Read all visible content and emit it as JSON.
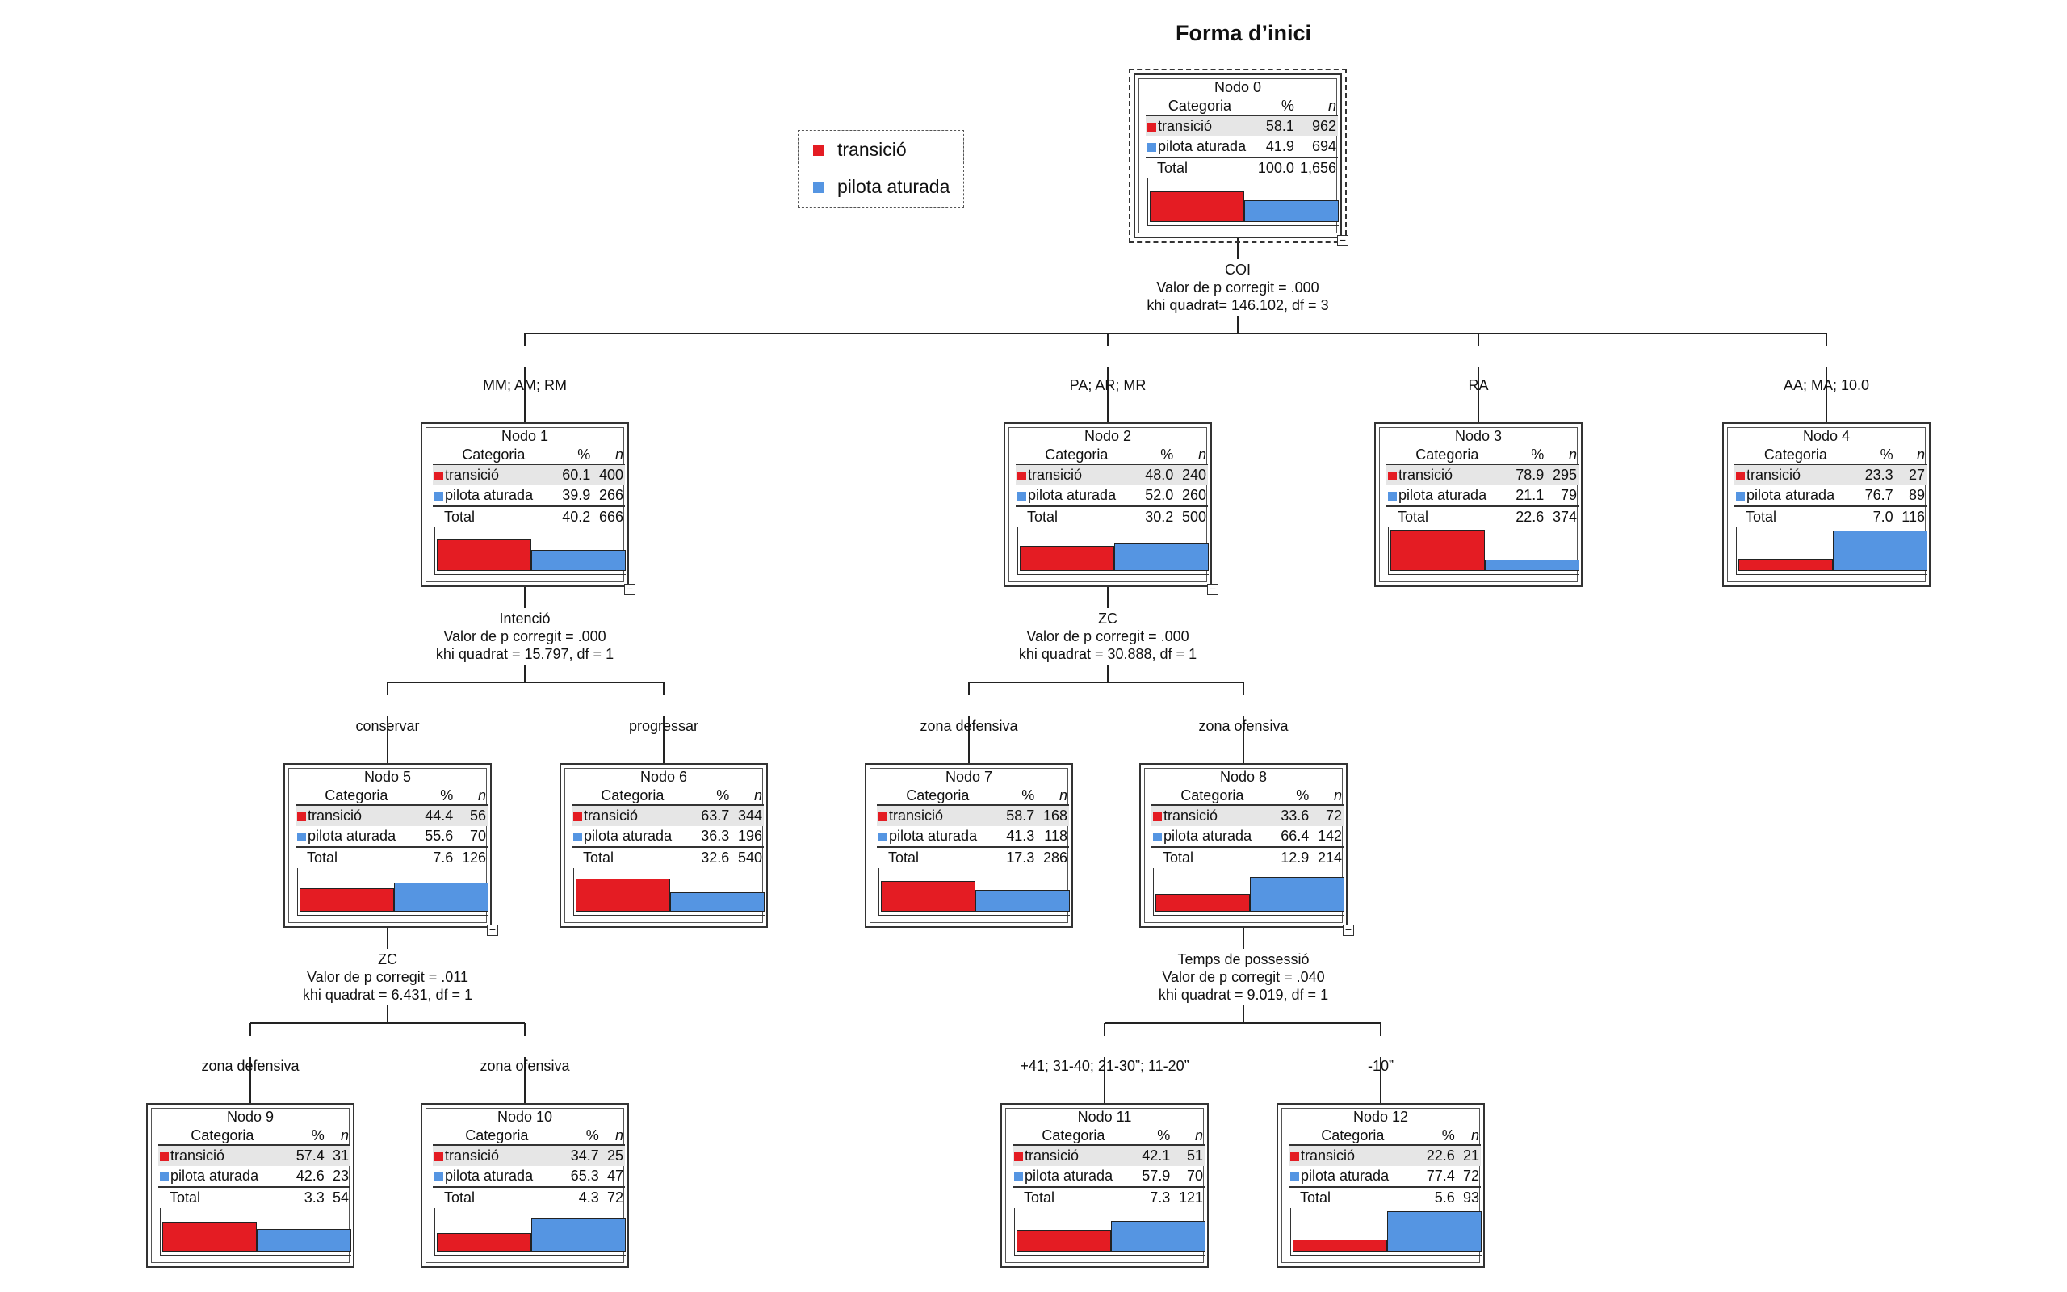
{
  "title": "Forma d’inici",
  "colors": {
    "transicio": "#e41c23",
    "pilota_aturada": "#5595e2"
  },
  "legend": [
    {
      "label": "transició",
      "color": "#e41c23"
    },
    {
      "label": "pilota aturada",
      "color": "#5595e2"
    }
  ],
  "table_headers": {
    "category": "Categoria",
    "percent": "%",
    "n": "n"
  },
  "total_label": "Total",
  "nodes": [
    {
      "id": 0,
      "label": "Nodo 0",
      "rows": [
        [
          "transició",
          "58.1",
          "962"
        ],
        [
          "pilota aturada",
          "41.9",
          "694"
        ]
      ],
      "total": [
        "100.0",
        "1,656"
      ],
      "shares": [
        58.1,
        41.9
      ]
    },
    {
      "id": 1,
      "label": "Nodo 1",
      "rows": [
        [
          "transició",
          "60.1",
          "400"
        ],
        [
          "pilota aturada",
          "39.9",
          "266"
        ]
      ],
      "total": [
        "40.2",
        "666"
      ],
      "shares": [
        60.1,
        39.9
      ]
    },
    {
      "id": 2,
      "label": "Nodo 2",
      "rows": [
        [
          "transició",
          "48.0",
          "240"
        ],
        [
          "pilota aturada",
          "52.0",
          "260"
        ]
      ],
      "total": [
        "30.2",
        "500"
      ],
      "shares": [
        48.0,
        52.0
      ]
    },
    {
      "id": 3,
      "label": "Nodo 3",
      "rows": [
        [
          "transició",
          "78.9",
          "295"
        ],
        [
          "pilota aturada",
          "21.1",
          "79"
        ]
      ],
      "total": [
        "22.6",
        "374"
      ],
      "shares": [
        78.9,
        21.1
      ]
    },
    {
      "id": 4,
      "label": "Nodo 4",
      "rows": [
        [
          "transició",
          "23.3",
          "27"
        ],
        [
          "pilota aturada",
          "76.7",
          "89"
        ]
      ],
      "total": [
        "7.0",
        "116"
      ],
      "shares": [
        23.3,
        76.7
      ]
    },
    {
      "id": 5,
      "label": "Nodo 5",
      "rows": [
        [
          "transició",
          "44.4",
          "56"
        ],
        [
          "pilota aturada",
          "55.6",
          "70"
        ]
      ],
      "total": [
        "7.6",
        "126"
      ],
      "shares": [
        44.4,
        55.6
      ]
    },
    {
      "id": 6,
      "label": "Nodo 6",
      "rows": [
        [
          "transició",
          "63.7",
          "344"
        ],
        [
          "pilota aturada",
          "36.3",
          "196"
        ]
      ],
      "total": [
        "32.6",
        "540"
      ],
      "shares": [
        63.7,
        36.3
      ]
    },
    {
      "id": 7,
      "label": "Nodo 7",
      "rows": [
        [
          "transició",
          "58.7",
          "168"
        ],
        [
          "pilota aturada",
          "41.3",
          "118"
        ]
      ],
      "total": [
        "17.3",
        "286"
      ],
      "shares": [
        58.7,
        41.3
      ]
    },
    {
      "id": 8,
      "label": "Nodo 8",
      "rows": [
        [
          "transició",
          "33.6",
          "72"
        ],
        [
          "pilota aturada",
          "66.4",
          "142"
        ]
      ],
      "total": [
        "12.9",
        "214"
      ],
      "shares": [
        33.6,
        66.4
      ]
    },
    {
      "id": 9,
      "label": "Nodo 9",
      "rows": [
        [
          "transició",
          "57.4",
          "31"
        ],
        [
          "pilota aturada",
          "42.6",
          "23"
        ]
      ],
      "total": [
        "3.3",
        "54"
      ],
      "shares": [
        57.4,
        42.6
      ]
    },
    {
      "id": 10,
      "label": "Nodo 10",
      "rows": [
        [
          "transició",
          "34.7",
          "25"
        ],
        [
          "pilota aturada",
          "65.3",
          "47"
        ]
      ],
      "total": [
        "4.3",
        "72"
      ],
      "shares": [
        34.7,
        65.3
      ]
    },
    {
      "id": 11,
      "label": "Nodo 11",
      "rows": [
        [
          "transició",
          "42.1",
          "51"
        ],
        [
          "pilota aturada",
          "57.9",
          "70"
        ]
      ],
      "total": [
        "7.3",
        "121"
      ],
      "shares": [
        42.1,
        57.9
      ]
    },
    {
      "id": 12,
      "label": "Nodo 12",
      "rows": [
        [
          "transició",
          "22.6",
          "21"
        ],
        [
          "pilota aturada",
          "77.4",
          "72"
        ]
      ],
      "total": [
        "5.6",
        "93"
      ],
      "shares": [
        22.6,
        77.4
      ]
    }
  ],
  "splits": [
    {
      "node": 0,
      "variable": "COI",
      "p_line": "Valor de p corregit = .000",
      "chi_line": "khi quadrat= 146.102, df = 3"
    },
    {
      "node": 1,
      "variable": "Intenció",
      "p_line": "Valor de p corregit = .000",
      "chi_line": "khi quadrat = 15.797, df = 1"
    },
    {
      "node": 2,
      "variable": "ZC",
      "p_line": "Valor de p corregit = .000",
      "chi_line": "khi quadrat = 30.888, df = 1"
    },
    {
      "node": 5,
      "variable": "ZC",
      "p_line": "Valor de p corregit = .011",
      "chi_line": "khi quadrat = 6.431, df = 1"
    },
    {
      "node": 8,
      "variable": "Temps de possessió",
      "p_line": "Valor de p corregit = .040",
      "chi_line": "khi quadrat = 9.019, df = 1"
    }
  ],
  "branches": [
    {
      "child": 1,
      "label": "MM; AM; RM"
    },
    {
      "child": 2,
      "label": "PA; AR; MR"
    },
    {
      "child": 3,
      "label": "RA"
    },
    {
      "child": 4,
      "label": "AA; MA; 10.0"
    },
    {
      "child": 5,
      "label": "conservar"
    },
    {
      "child": 6,
      "label": "progressar"
    },
    {
      "child": 7,
      "label": "zona defensiva"
    },
    {
      "child": 8,
      "label": "zona ofensiva"
    },
    {
      "child": 9,
      "label": "zona defensiva"
    },
    {
      "child": 10,
      "label": "zona ofensiva"
    },
    {
      "child": 11,
      "label": "+41; 31-40; 21-30”; 11-20”"
    },
    {
      "child": 12,
      "label": "-10”"
    }
  ]
}
